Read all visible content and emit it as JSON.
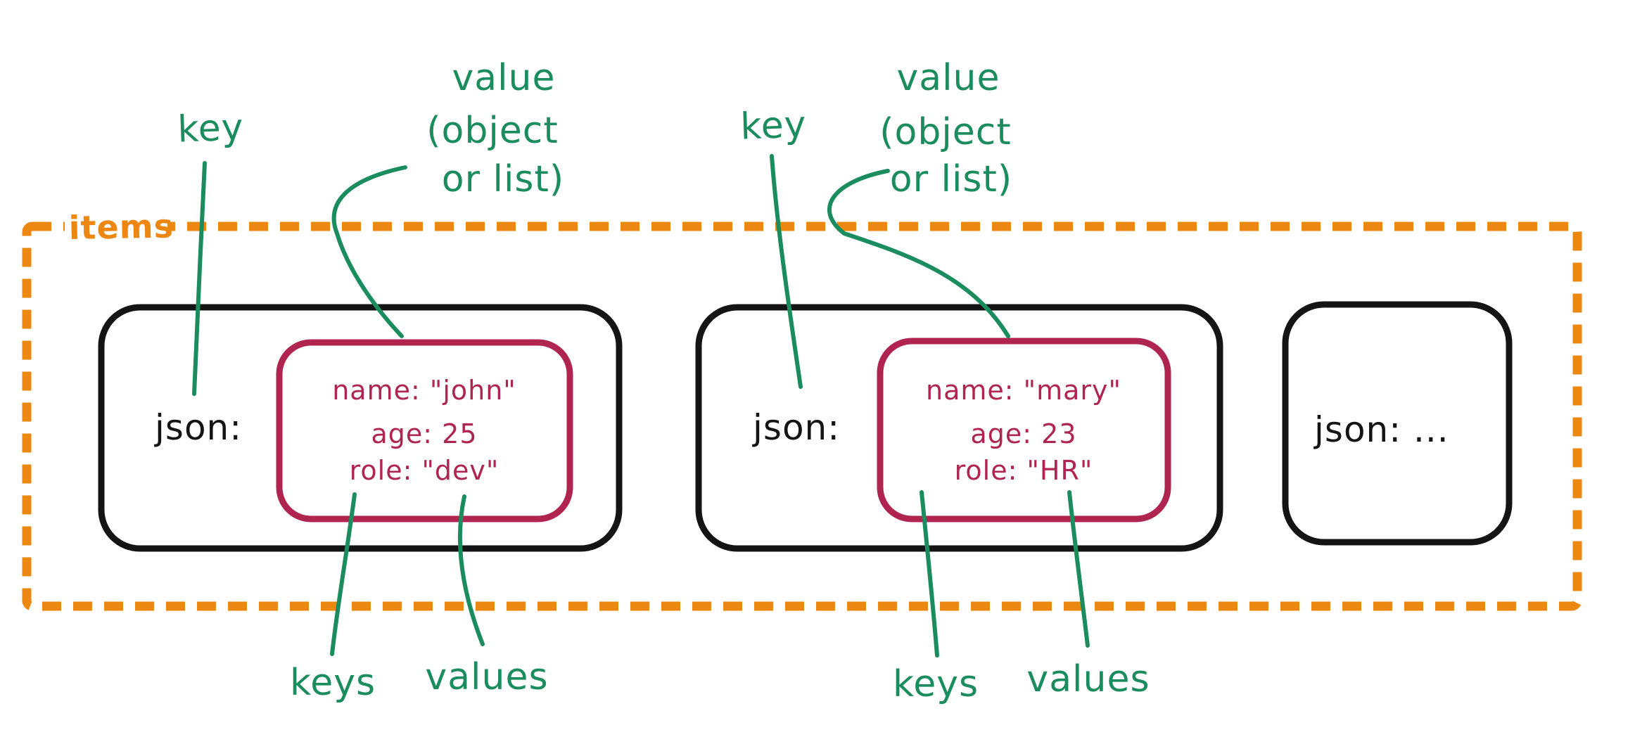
{
  "title": "JSON items diagram",
  "colors": {
    "green": "#1a8c5d",
    "orange": "#ec8712",
    "crimson": "#b0254f",
    "ink": "#141414"
  },
  "container": {
    "label": "items"
  },
  "groups": [
    {
      "key_label": "key",
      "value_label": [
        "value",
        "(object",
        "or list)"
      ],
      "json_label": "json:",
      "object_lines": [
        "name: \"john\"",
        "age: 25",
        "role: \"dev\""
      ],
      "keys_label": "keys",
      "values_label": "values"
    },
    {
      "key_label": "key",
      "value_label": [
        "value",
        "(object",
        "or list)"
      ],
      "json_label": "json:",
      "object_lines": [
        "name: \"mary\"",
        "age: 23",
        "role: \"HR\""
      ],
      "keys_label": "keys",
      "values_label": "values"
    },
    {
      "json_label": "json: ..."
    }
  ]
}
